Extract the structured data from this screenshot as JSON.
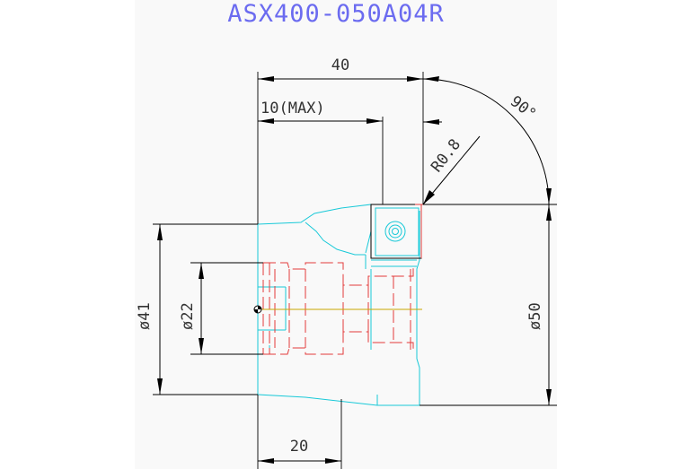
{
  "title": "ASX400-050A04R",
  "dims": {
    "overall_length": "40",
    "max_depth": "10(MAX)",
    "corner_radius": "R0.8",
    "angle": "90°",
    "cut_dia": "ø50",
    "shank_dia": "ø41",
    "bore_dia": "ø22",
    "flange_len": "20"
  }
}
